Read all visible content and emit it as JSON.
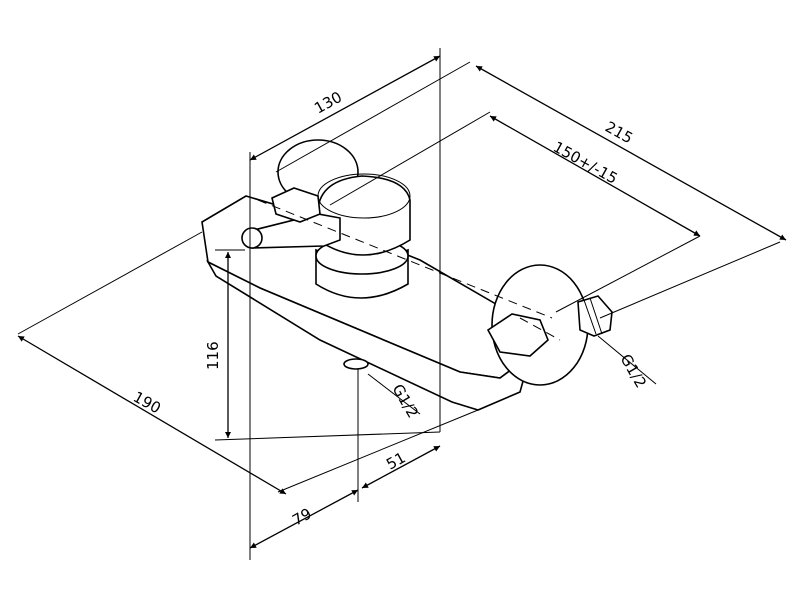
{
  "dimensions": {
    "d130": "130",
    "d215": "215",
    "d150": "150+/-15",
    "d116": "116",
    "d190": "190",
    "d79": "79",
    "d51": "51"
  },
  "threads": {
    "inlet": "G1/2",
    "outlet": "G1/2"
  }
}
